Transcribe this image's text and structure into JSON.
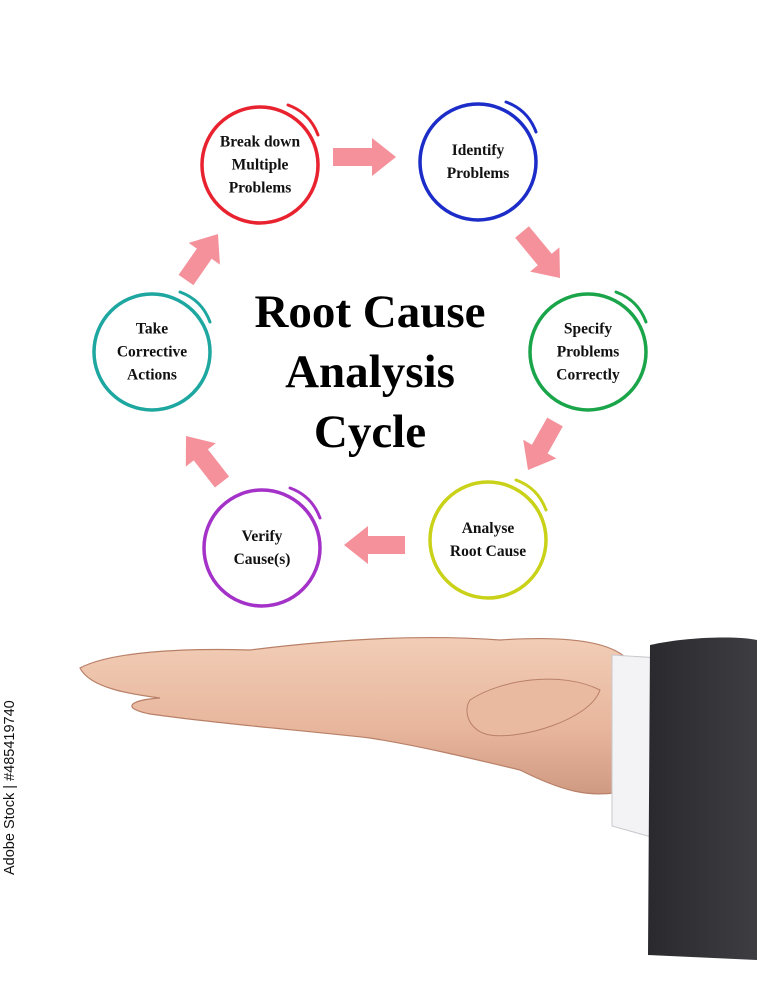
{
  "title": [
    "Root Cause",
    "Analysis",
    "Cycle"
  ],
  "steps": [
    {
      "label": [
        "Break down",
        "Multiple",
        "Problems"
      ],
      "color": "#e8222e"
    },
    {
      "label": [
        "Identify",
        "Problems"
      ],
      "color": "#1b2cc8"
    },
    {
      "label": [
        "Specify",
        "Problems",
        "Correctly"
      ],
      "color": "#1aa54a"
    },
    {
      "label": [
        "Analyse",
        "Root Cause"
      ],
      "color": "#c9d218"
    },
    {
      "label": [
        "Verify",
        "Cause(s)"
      ],
      "color": "#a432c8"
    },
    {
      "label": [
        "Take",
        "Corrective",
        "Actions"
      ],
      "color": "#1ea7a0"
    }
  ],
  "arrow_color": "#f4919b",
  "stock_watermark": {
    "brand": "Adobe Stock",
    "separator": "|",
    "id": "#485419740"
  }
}
